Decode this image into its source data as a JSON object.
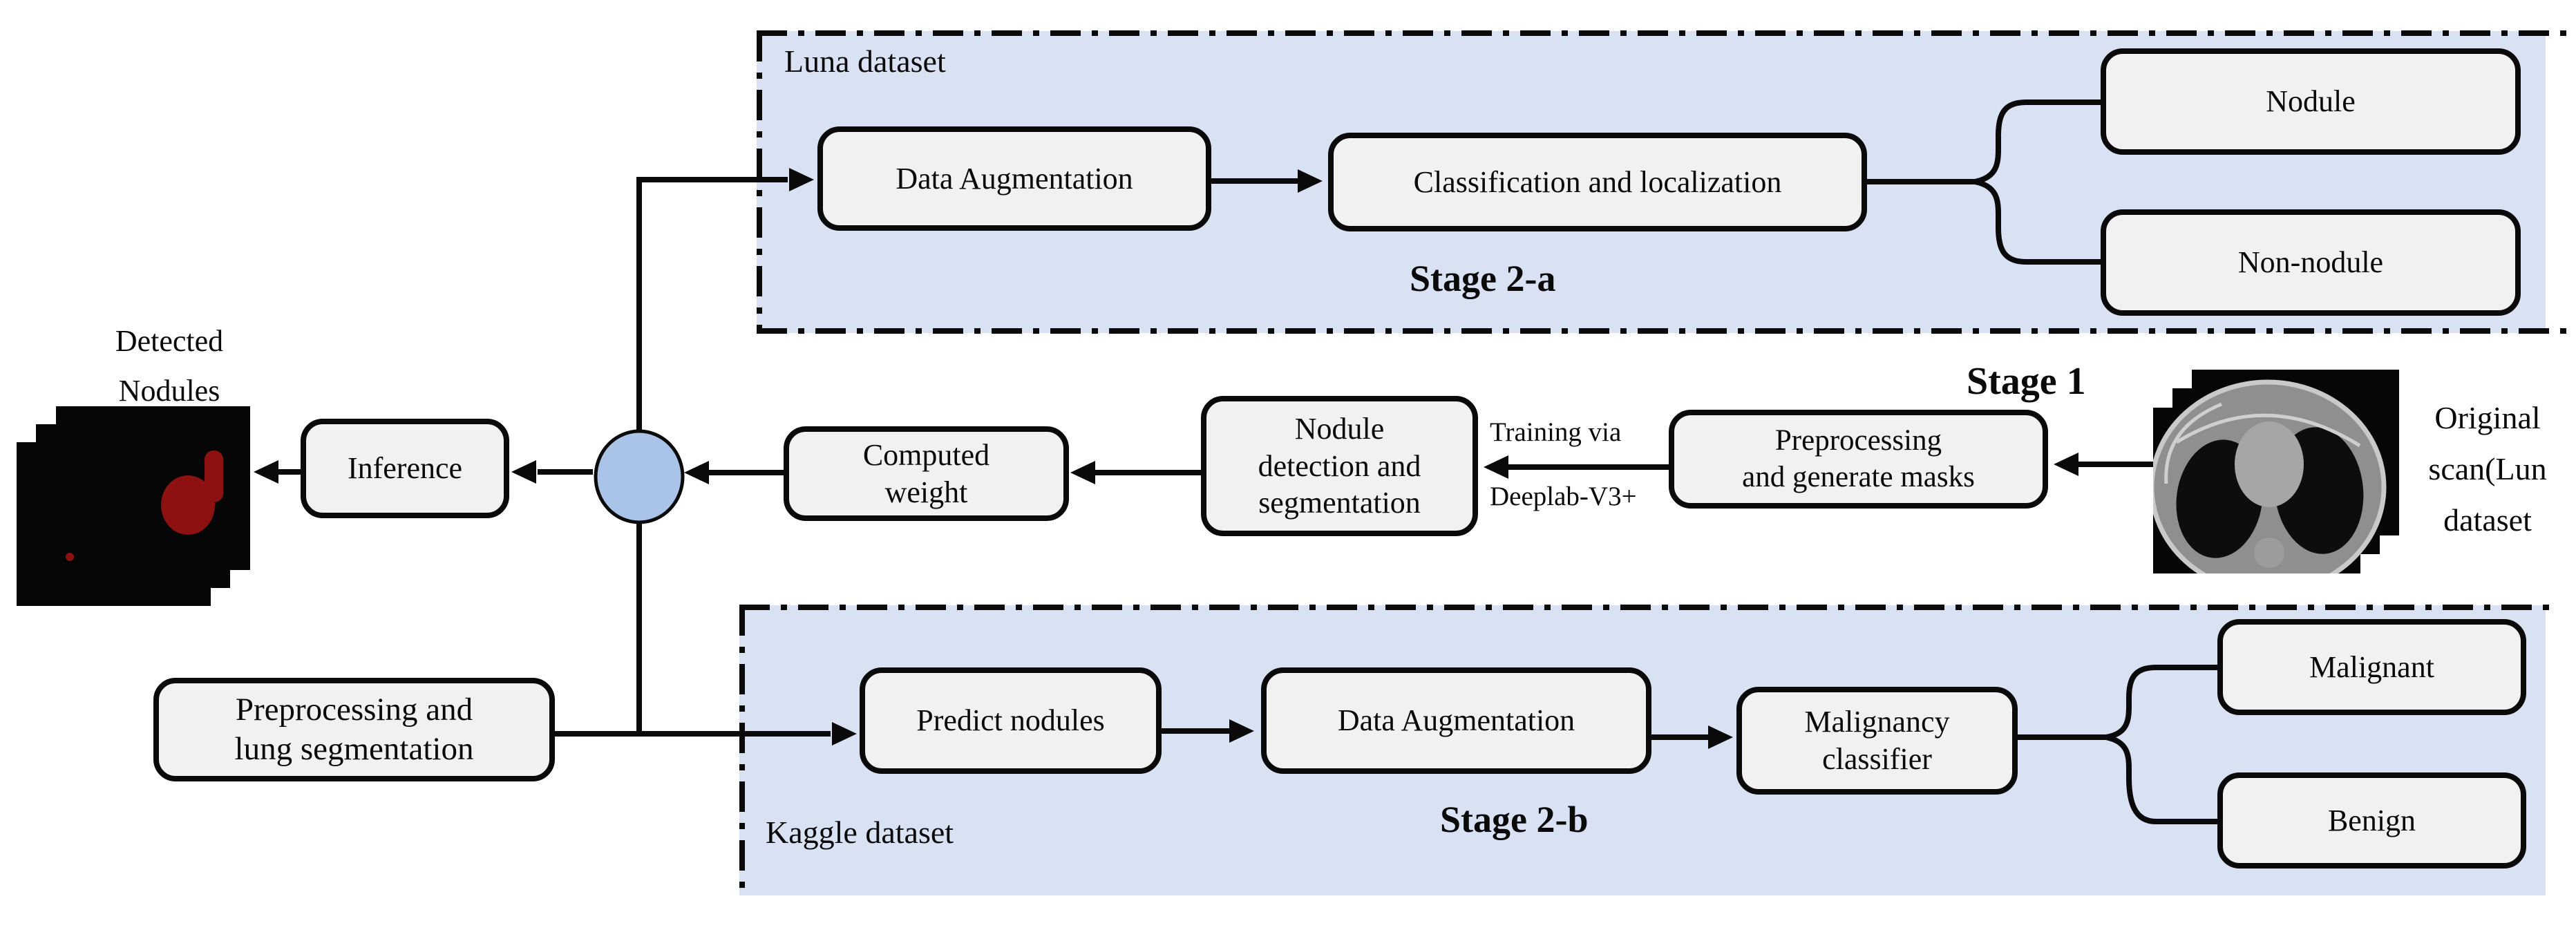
{
  "colors": {
    "panel_fill": "#d9e2f3",
    "node_fill": "#f1f1f2",
    "outline": "#0a0a0a",
    "junction_fill": "#a9c3e9",
    "nodule_red": "#8e1111",
    "ct_body_gray": "#8f8f8f"
  },
  "panels": {
    "luna": {
      "label": "Luna dataset",
      "stage_label": "Stage 2-a"
    },
    "kaggle": {
      "label": "Kaggle dataset",
      "stage_label": "Stage 2-b"
    }
  },
  "stage1_label": "Stage 1",
  "nodes": {
    "data_augmentation_luna": {
      "label": "Data Augmentation"
    },
    "classification": {
      "label": "Classification and localization"
    },
    "nodule": {
      "label": "Nodule"
    },
    "non_nodule": {
      "label": "Non-nodule"
    },
    "inference": {
      "label": "Inference"
    },
    "computed_weight": {
      "line1": "Computed",
      "line2": "weight"
    },
    "nodule_detection": {
      "line1": "Nodule",
      "line2": "detection and",
      "line3": "segmentation"
    },
    "preprocessing_masks": {
      "line1": "Preprocessing",
      "line2": "and generate masks"
    },
    "predict_nodules": {
      "label": "Predict nodules"
    },
    "data_augmentation_kaggle": {
      "label": "Data Augmentation"
    },
    "malignancy_classifier": {
      "line1": "Malignancy",
      "line2": "classifier"
    },
    "malignant": {
      "label": "Malignant"
    },
    "benign": {
      "label": "Benign"
    },
    "preprocessing_lung": {
      "line1": "Preprocessing and",
      "line2": "lung segmentation"
    }
  },
  "annotations": {
    "detected_nodules": {
      "line1": "Detected",
      "line2": "Nodules"
    },
    "arrow_label": {
      "line1": "Training via",
      "line2": "Deeplab-V3+"
    },
    "original_scan": {
      "line1": "Original",
      "line2": "scan(Lun",
      "line3": "dataset"
    }
  }
}
